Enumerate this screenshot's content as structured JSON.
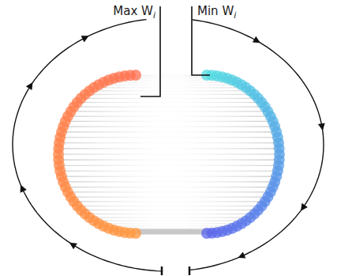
{
  "diagram": {
    "labels": [
      "Max W",
      "i",
      "Min W",
      "i"
    ]
  }
}
